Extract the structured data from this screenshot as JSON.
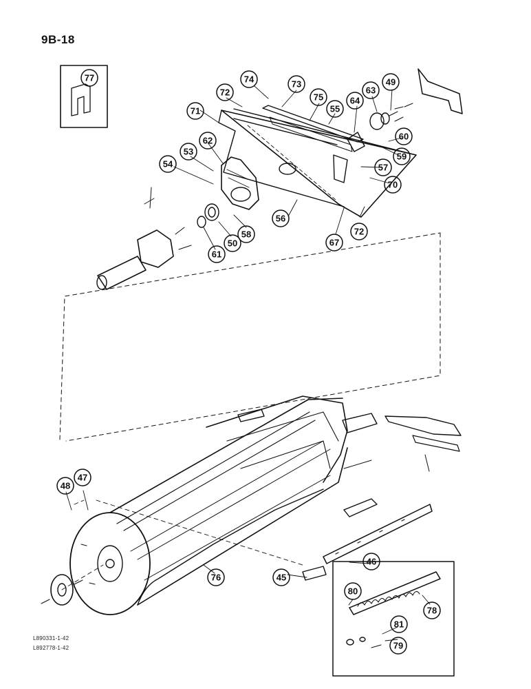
{
  "page": {
    "number": "9B-18"
  },
  "references": [
    "L890331-1-42",
    "L892778-1-42"
  ],
  "callouts": [
    {
      "id": "c77",
      "label": "77"
    },
    {
      "id": "c74",
      "label": "74"
    },
    {
      "id": "c73",
      "label": "73"
    },
    {
      "id": "c49",
      "label": "49"
    },
    {
      "id": "c72a",
      "label": "72"
    },
    {
      "id": "c75",
      "label": "75"
    },
    {
      "id": "c63",
      "label": "63"
    },
    {
      "id": "c71",
      "label": "71"
    },
    {
      "id": "c55",
      "label": "55"
    },
    {
      "id": "c64",
      "label": "64"
    },
    {
      "id": "c62",
      "label": "62"
    },
    {
      "id": "c60",
      "label": "60"
    },
    {
      "id": "c53",
      "label": "53"
    },
    {
      "id": "c59",
      "label": "59"
    },
    {
      "id": "c54",
      "label": "54"
    },
    {
      "id": "c57",
      "label": "57"
    },
    {
      "id": "c70",
      "label": "70"
    },
    {
      "id": "c56",
      "label": "56"
    },
    {
      "id": "c72b",
      "label": "72"
    },
    {
      "id": "c58",
      "label": "58"
    },
    {
      "id": "c67",
      "label": "67"
    },
    {
      "id": "c50",
      "label": "50"
    },
    {
      "id": "c61",
      "label": "61"
    },
    {
      "id": "c48",
      "label": "48"
    },
    {
      "id": "c47",
      "label": "47"
    },
    {
      "id": "c76",
      "label": "76"
    },
    {
      "id": "c45",
      "label": "45"
    },
    {
      "id": "c46",
      "label": "46"
    },
    {
      "id": "c80",
      "label": "80"
    },
    {
      "id": "c78",
      "label": "78"
    },
    {
      "id": "c81",
      "label": "81"
    },
    {
      "id": "c79",
      "label": "79"
    }
  ]
}
